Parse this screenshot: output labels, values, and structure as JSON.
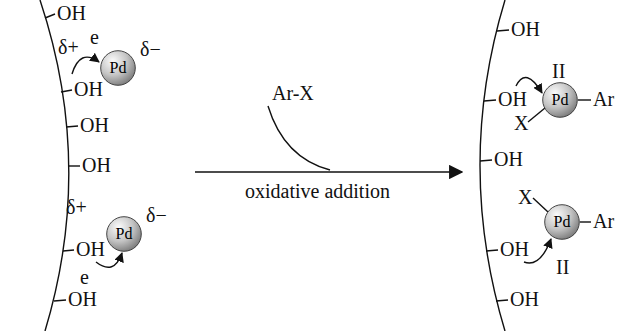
{
  "diagram": {
    "nodes": [
      {
        "text": [
          "Pd"
        ]
      },
      {
        "text": [
          "Pd"
        ]
      },
      {
        "text": [
          "Pd"
        ]
      },
      {
        "text": [
          "Pd"
        ]
      }
    ],
    "labels": [
      "OH",
      "OH",
      "OH",
      "OH",
      "OH",
      "OH",
      "δ+",
      "e",
      "δ−",
      "δ+",
      "δ−",
      "e",
      "Ar-X",
      "oxidative addition",
      "OH",
      "OH",
      "OH",
      "OH",
      "OH",
      "II",
      "X",
      "Ar",
      "X",
      "Ar",
      "II"
    ]
  }
}
